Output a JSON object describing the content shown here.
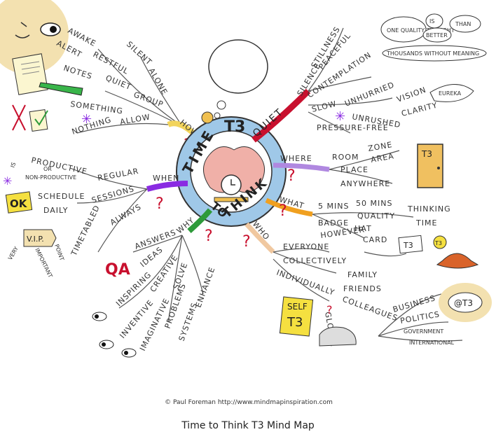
{
  "center": {
    "t3": "T3",
    "time": "TIME",
    "to": "TO",
    "think": "THINK"
  },
  "branches": {
    "how": "HOW",
    "quiet": "QUIET",
    "where": "WHERE",
    "what": "WHAT",
    "who": "WHO",
    "why": "WHY",
    "when": "WHEN"
  },
  "how_words": {
    "awake": "AWAKE",
    "alert": "ALERT",
    "restful": "RESTFUL",
    "silent": "SILENT",
    "alone": "ALONE",
    "notes": "NOTES",
    "quiet": "QUIET",
    "group": "GROUP",
    "something": "SOMETHING",
    "nothing": "NOTHING",
    "allow": "ALLOW"
  },
  "quiet_words": {
    "silence": "SILENCE",
    "stillness": "STILLNESS",
    "peaceful": "PEACEFUL",
    "contemplation": "CONTEMPLATION",
    "slow": "SLOW",
    "unhurried": "UNHURRIED",
    "unrushed": "UNRUSHED",
    "vision": "VISION",
    "eureka": "EUREKA",
    "clarity": "CLARITY",
    "pressure_free": "PRESSURE-FREE"
  },
  "quote": {
    "one_quality": "ONE QUALITY THOUGHT",
    "is": "IS",
    "better": "BETTER",
    "than": "THAN",
    "thousands": "THOUSANDS WITHOUT MEANING"
  },
  "where_words": {
    "room": "ROOM",
    "zone": "ZONE",
    "area": "AREA",
    "place": "PLACE",
    "anywhere": "ANYWHERE",
    "door_label": "T3"
  },
  "what_words": {
    "five_mins": "5 MINS",
    "fifty_mins": "50 MINS",
    "quality": "QUALITY",
    "thinking": "THINKING",
    "time": "TIME",
    "badge": "BADGE",
    "hat": "HAT",
    "card": "CARD",
    "however": "HOWEVER",
    "card_label": "T3",
    "badge_label": "T3"
  },
  "who_words": {
    "everyone": "EVERYONE",
    "collectively": "COLLECTIVELY",
    "individually": "INDIVIDUALLY",
    "family": "FAMILY",
    "friends": "FRIENDS",
    "colleagues": "COLLEAGUES",
    "self": "SELF",
    "self_t3": "T3",
    "global": "GLOBAL",
    "business": "BUSINESS",
    "politics": "POLITICS",
    "government": "GOVERNMENT",
    "international": "INTERNATIONAL",
    "at_t3": "@T3"
  },
  "why_words": {
    "answers": "ANSWERS",
    "ideas": "IDEAS",
    "qa": "QA",
    "inspiring": "INSPIRING",
    "creative": "CREATIVE",
    "solve": "SOLVE",
    "problems": "PROBLEMS",
    "enhance": "ENHANCE",
    "inventive": "INVENTIVE",
    "imaginative": "IMAGINATIVE",
    "systems": "SYSTEMS"
  },
  "when_words": {
    "is": "IS",
    "productive": "PRODUCTIVE",
    "or": "OR",
    "non_productive": "NON-PRODUCTIVE",
    "regular": "REGULAR",
    "ok": "OK",
    "schedule": "SCHEDULE",
    "sessions": "SESSIONS",
    "daily": "DAILY",
    "always": "ALWAYS",
    "timetabled": "TIMETABLED",
    "vip": "V.I.P.",
    "very": "VERY",
    "important": "IMPORTANT",
    "point": "POINT"
  },
  "credit": "© Paul Foreman http://www.mindmapinspiration.com",
  "caption": "Time to Think T3 Mind Map",
  "colors": {
    "how": "#f2d45c",
    "quiet": "#c8102e",
    "where": "#b088e0",
    "what": "#f0a020",
    "who": "#f0c8a0",
    "why": "#2e9a3a",
    "when": "#8a2be2",
    "ink": "#333333",
    "circle_blue": "#9fc8e8",
    "sun": "#f3e1b0",
    "brain": "#f0b0a8"
  }
}
